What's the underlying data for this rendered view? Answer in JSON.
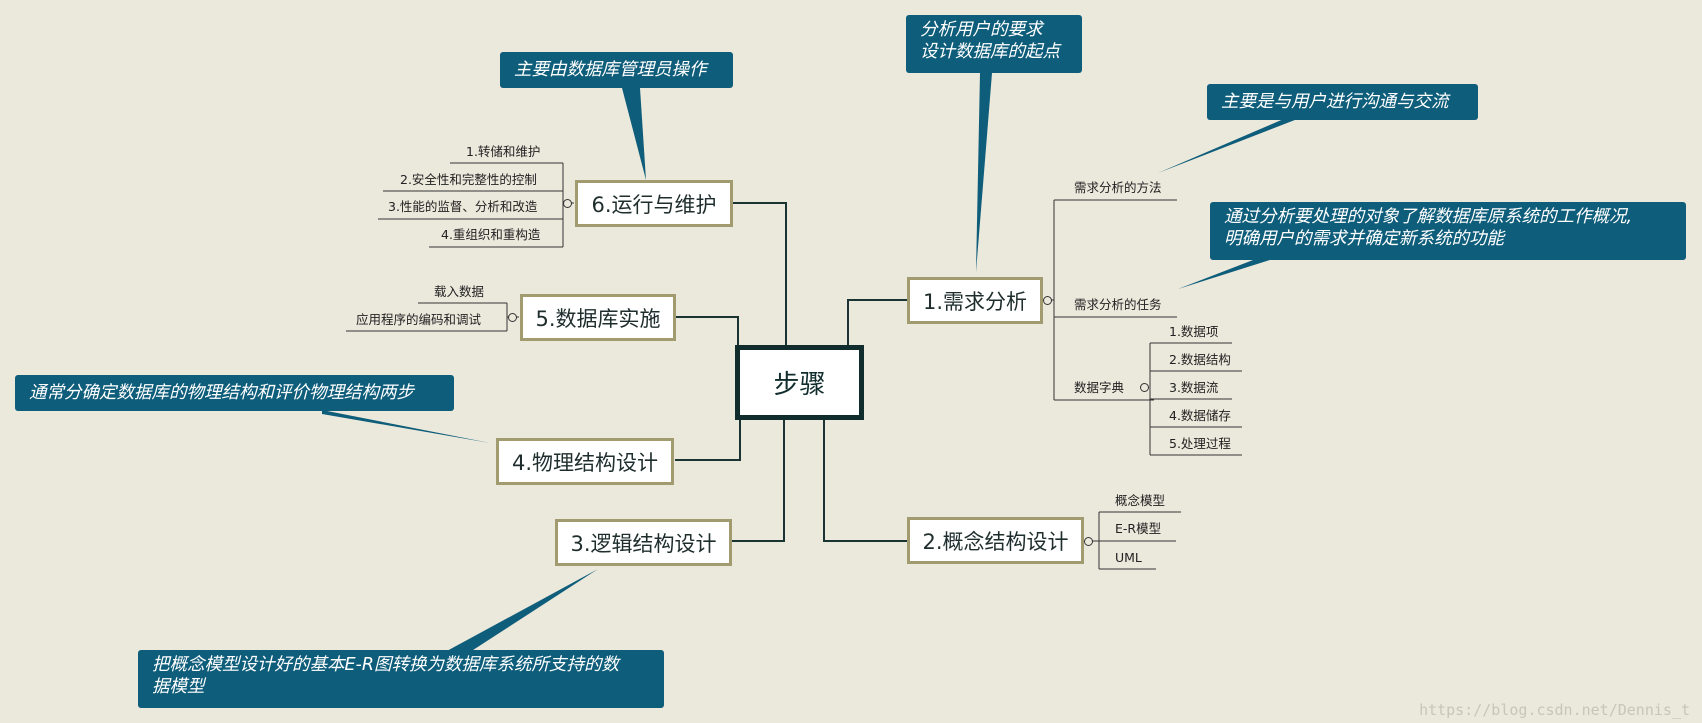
{
  "root": {
    "label": "步骤"
  },
  "branches": {
    "b1": {
      "label": "1.需求分析",
      "sub": {
        "method": "需求分析的方法",
        "task": "需求分析的任务",
        "dict": "数据字典"
      },
      "dict_items": [
        "1.数据项",
        "2.数据结构",
        "3.数据流",
        "4.数据储存",
        "5.处理过程"
      ]
    },
    "b2": {
      "label": "2.概念结构设计",
      "items": [
        "概念模型",
        "E-R模型",
        "UML"
      ]
    },
    "b3": {
      "label": "3.逻辑结构设计"
    },
    "b4": {
      "label": "4.物理结构设计"
    },
    "b5": {
      "label": "5.数据库实施",
      "items": [
        "载入数据",
        "应用程序的编码和调试"
      ]
    },
    "b6": {
      "label": "6.运行与维护",
      "items": [
        "1.转储和维护",
        "2.安全性和完整性的控制",
        "3.性能的监督、分析和改造",
        "4.重组织和重构造"
      ]
    }
  },
  "callouts": {
    "req_start": [
      "分析用户的要求",
      "设计数据库的起点"
    ],
    "method": "主要是与用户进行沟通与交流",
    "task": [
      "通过分析要处理的对象了解数据库原系统的工作概况,",
      "明确用户的需求并确定新系统的功能"
    ],
    "maintain": "主要由数据库管理员操作",
    "physical": "通常分确定数据库的物理结构和评价物理结构两步",
    "logical": [
      "把概念模型设计好的基本E-R图转换为数据库系统所支持的数",
      "据模型"
    ]
  },
  "colors": {
    "background": "#ebe8dc",
    "callout": "#0e5d7a",
    "node_border": "#a39b70",
    "root_border": "#102c2c",
    "line": "#1a3434"
  },
  "watermark": "https://blog.csdn.net/Dennis_t"
}
